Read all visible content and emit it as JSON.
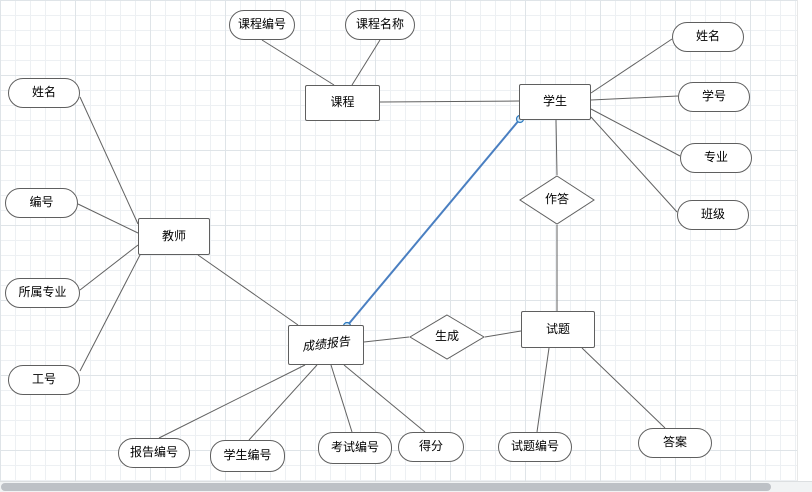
{
  "er": {
    "entities": [
      {
        "label": "课程"
      },
      {
        "label": "学生"
      },
      {
        "label": "教师"
      },
      {
        "label": "成绩报告"
      },
      {
        "label": "试题"
      }
    ],
    "relationships": [
      {
        "label": "作答"
      },
      {
        "label": "生成"
      }
    ],
    "attributes": [
      {
        "label": "课程编号"
      },
      {
        "label": "课程名称"
      },
      {
        "label": "姓名"
      },
      {
        "label": "学号"
      },
      {
        "label": "专业"
      },
      {
        "label": "班级"
      },
      {
        "label": "姓名"
      },
      {
        "label": "编号"
      },
      {
        "label": "所属专业"
      },
      {
        "label": "工号"
      },
      {
        "label": "报告编号"
      },
      {
        "label": "学生编号"
      },
      {
        "label": "考试编号"
      },
      {
        "label": "得分"
      },
      {
        "label": "试题编号"
      },
      {
        "label": "答案"
      }
    ]
  },
  "colors": {
    "selected_edge": "#4a7fc1",
    "node_border": "#5f5f5f",
    "grid_line": "#edf0f3"
  }
}
